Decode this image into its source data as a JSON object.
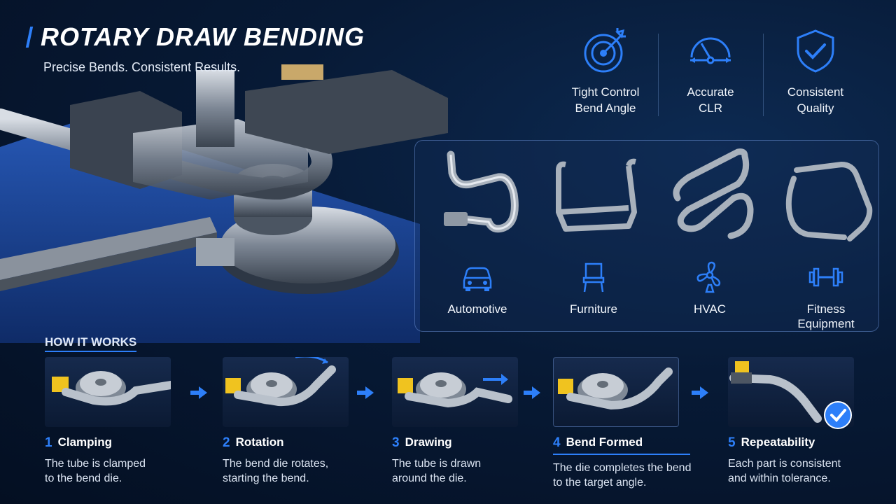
{
  "header": {
    "title": "ROTARY DRAW BENDING",
    "subtitle": "Precise Bends. Consistent Results."
  },
  "features": [
    {
      "icon": "target-icon",
      "label": "Tight Control\nBend Angle"
    },
    {
      "icon": "radius-gauge-icon",
      "label": "Accurate\nCLR"
    },
    {
      "icon": "shield-check-icon",
      "label": "Consistent\nQuality"
    }
  ],
  "applications": [
    {
      "icon": "car-icon",
      "label": "Automotive"
    },
    {
      "icon": "chair-icon",
      "label": "Furniture"
    },
    {
      "icon": "fan-icon",
      "label": "HVAC"
    },
    {
      "icon": "dumbbell-icon",
      "label": "Fitness\nEquipment"
    }
  ],
  "how_it_works": {
    "title": "HOW IT WORKS",
    "steps": [
      {
        "num": "1",
        "title": "Clamping",
        "desc": "The tube is clamped\nto the bend die."
      },
      {
        "num": "2",
        "title": "Rotation",
        "desc": "The bend die rotates,\nstarting the bend."
      },
      {
        "num": "3",
        "title": "Drawing",
        "desc": "The tube is drawn\naround the die."
      },
      {
        "num": "4",
        "title": "Bend Formed",
        "desc": "The die completes the bend\nto the target angle."
      },
      {
        "num": "5",
        "title": "Repeatability",
        "desc": "Each part is consistent\nand within tolerance."
      }
    ]
  },
  "colors": {
    "accent": "#2d7ff9",
    "machine_blue": "#1d4fb0",
    "background": "#071a36"
  }
}
